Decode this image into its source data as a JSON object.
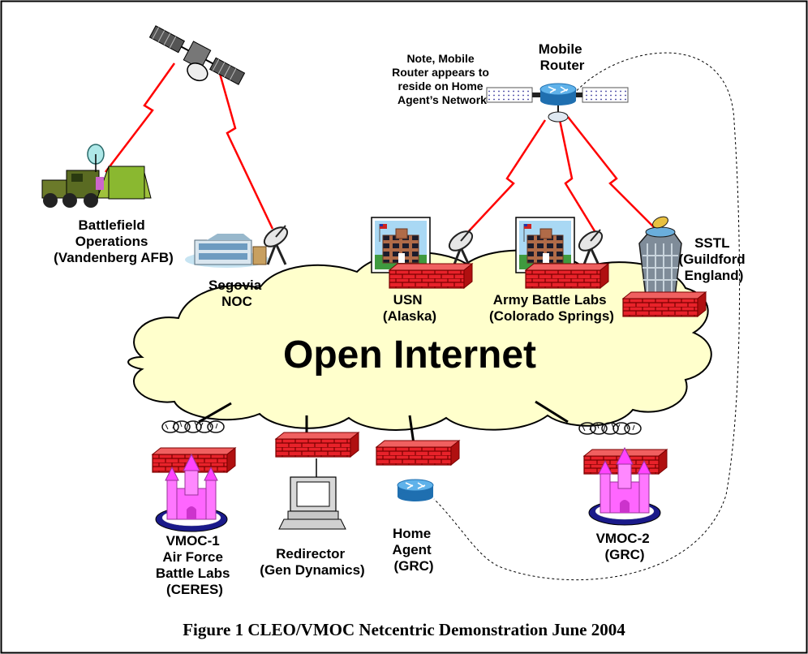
{
  "diagram": {
    "cloud_label": "Open Internet",
    "caption": "Figure 1 CLEO/VMOC Netcentric Demonstration June 2004",
    "note": [
      "Note, Mobile",
      "Router appears to",
      "reside on Home",
      "Agent’s Network"
    ],
    "nodes": {
      "mobile_router": [
        "Mobile",
        "Router"
      ],
      "battlefield": [
        "Battlefield",
        "Operations",
        "(Vandenberg AFB)"
      ],
      "segovia": [
        "Segovia",
        "NOC"
      ],
      "usn": [
        "USN",
        "(Alaska)"
      ],
      "army": [
        "Army Battle Labs",
        "(Colorado Springs)"
      ],
      "sstl": [
        "SSTL",
        "(Guildford",
        "England)"
      ],
      "vmoc1": [
        "VMOC-1",
        "Air Force",
        "Battle Labs",
        "(CERES)"
      ],
      "redirector": [
        "Redirector",
        "(Gen Dynamics)"
      ],
      "home_agent": [
        "Home",
        "Agent",
        "(GRC)"
      ],
      "vmoc2": [
        "VMOC-2",
        "(GRC)"
      ]
    },
    "colors": {
      "cloud": "#ffffcc",
      "firewall": "#e8222a",
      "link": "#ff0000",
      "castle": "#ff66ff",
      "router": "#2f8fd0"
    }
  }
}
